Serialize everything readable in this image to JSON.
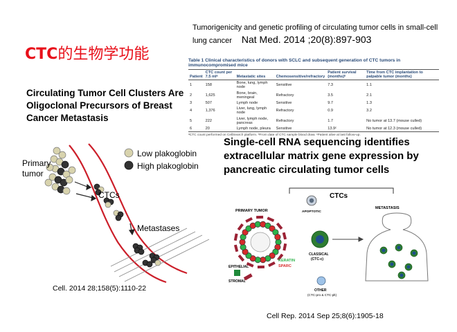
{
  "slide": {
    "title_ctc": "CTC",
    "title_rest": "的生物学功能",
    "nat_title": "Tumorigenicity and genetic profiling of circulating tumor cells in small-cell lung cancer",
    "nat_ref": "Nat Med. 2014 ;20(8):897-903",
    "breast_heading": "Circulating Tumor  Cell Clusters Are  Oligoclonal Precursors of Breast Cancer Metastasis",
    "rna_heading": "Single-cell RNA sequencing identifies extracellular matrix gene expression by pancreatic circulating tumor cells",
    "cell_ref": "Cell. 2014 28;158(5):1110-22",
    "cellrep_ref": "Cell Rep. 2014 Sep 25;8(6):1905-18",
    "colors": {
      "title_red": "#e8101a",
      "table_blue": "#2a4b78"
    }
  },
  "table1": {
    "caption": "Table 1  Clinical characteristics of donors with SCLC and subsequent generation of CTC tumors in immunocompromised mice",
    "headers": [
      "Patient",
      "CTC count per 7.5 mlᵃ",
      "Metastatic sites",
      "Chemosensitive/refractory",
      "Patient survival (months)ᵇ",
      "Time from CTC implantation to palpable tumor (months)"
    ],
    "rows": [
      [
        "1",
        "158",
        "Bone, lung, lymph node",
        "Sensitive",
        "7.3",
        "1.1"
      ],
      [
        "2",
        "1,625",
        "Bone, brain, meningeal",
        "Refractory",
        "3.5",
        "2.1"
      ],
      [
        "3",
        "507",
        "Lymph node",
        "Sensitive",
        "9.7",
        "1.3"
      ],
      [
        "4",
        "1,376",
        "Liver, lung, lymph node",
        "Refractory",
        "0.9",
        "3.2"
      ],
      [
        "5",
        "222",
        "Liver, lymph node, pancreas",
        "Refractory",
        "1.7",
        "No tumor at 13.7 (mouse culled)"
      ],
      [
        "6",
        "20",
        "Lymph node, pleura",
        "Sensitive",
        "13.9ᶜ",
        "No tumor at 12.3 (mouse culled)"
      ]
    ],
    "footnote": "ᵃCTC count performed on CellSearch platform. ᵇFrom date of CTC sample blood draw. ᶜPatient alive at last follow-up."
  },
  "cluster_figure": {
    "label_primary": "Primary",
    "label_tumor": "tumor",
    "label_low": "Low plakoglobin",
    "label_high": "High plakoglobin",
    "label_ctcs": "CTCs",
    "label_metastases": "Metastases",
    "colors": {
      "low": "#d8d3ad",
      "high": "#333333",
      "vessel": "#cc1f2a"
    }
  },
  "pdac_figure": {
    "label_ctcs": "CTCs",
    "label_primary": "PRIMARY TUMOR",
    "label_apoptotic": "APOPTOTIC",
    "label_classical": "CLASSICAL",
    "label_classical_sub": "(CTC-c)",
    "label_keratin": "KERATIN",
    "label_sparc": "SPARC",
    "label_epithelial": "EPITHELIAL",
    "label_stromal": "STROMAL",
    "label_other": "OTHER",
    "label_other_sub": "(CTC-pro & CTC-plt)",
    "label_metastasis": "METASTASIS",
    "colors": {
      "keratin": "#2db34a",
      "sparc": "#d62b2b",
      "stromal": "#9b2235",
      "epithelial": "#1f8a3a",
      "classical": "#2e7d32"
    }
  }
}
